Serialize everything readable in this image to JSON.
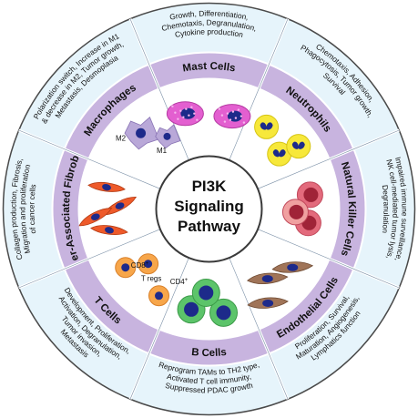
{
  "center": {
    "lines": [
      "PI3K",
      "Signaling",
      "Pathway"
    ]
  },
  "colors": {
    "outer_ring": "#e6f4fb",
    "middle_ring": "#c8b4df",
    "inner_ring": "#ffffff",
    "divider": "#7a8fa6"
  },
  "sectors": [
    {
      "name": "Mast Cells",
      "icon": "mast-cell-icon",
      "desc": [
        "Growth, Differentiation,",
        "Chemotaxis, Degranulation,",
        "Cytokine production"
      ]
    },
    {
      "name": "Neutrophils",
      "icon": "neutrophil-icon",
      "desc": [
        "Chemotaxis, Adhesion,",
        "Phagocytosis, Tumor growth,",
        "Survival"
      ]
    },
    {
      "name": "Natural Killer Cells",
      "icon": "nk-cell-icon",
      "desc": [
        "Impaired immune surveillance,",
        "NK cell-mediated tumor lysis,",
        "Degranulation"
      ]
    },
    {
      "name": "Endothelial Cells",
      "icon": "endothelial-cell-icon",
      "desc": [
        "Proliferation, Survival,",
        "Maturation, Angiogenesis,",
        "Lymphatics function"
      ]
    },
    {
      "name": "B Cells",
      "icon": "b-cell-icon",
      "desc": [
        "Reprogram TAMs to TH2 type,",
        "Activated T cell immunity,",
        "Suppressed PDAC growth"
      ]
    },
    {
      "name": "T Cells",
      "icon": "t-cell-icon",
      "desc": [
        "Development, Proliferation,",
        "Activation, Degranulation,",
        "Tumor invasion,",
        "Metastasis"
      ]
    },
    {
      "name": "Cancer-Associated Fibroblasts",
      "icon": "fibroblast-icon",
      "desc": [
        "Collagen production, Fibrosis,",
        "Migration and proliferation",
        "of cancer cells"
      ]
    },
    {
      "name": "Macrophages",
      "icon": "macrophage-icon",
      "desc": [
        "Polarization switch, Increase in M1",
        "& decrease in M2, Tumor growth,",
        "Metastasis, Desmoplasia"
      ]
    }
  ],
  "tcell_labels": {
    "cd4": "CD4",
    "cd8": "CD8",
    "sup": "+",
    "treg": "T regs"
  },
  "macrophage_labels": {
    "m2": "M2",
    "m1": "M1"
  }
}
